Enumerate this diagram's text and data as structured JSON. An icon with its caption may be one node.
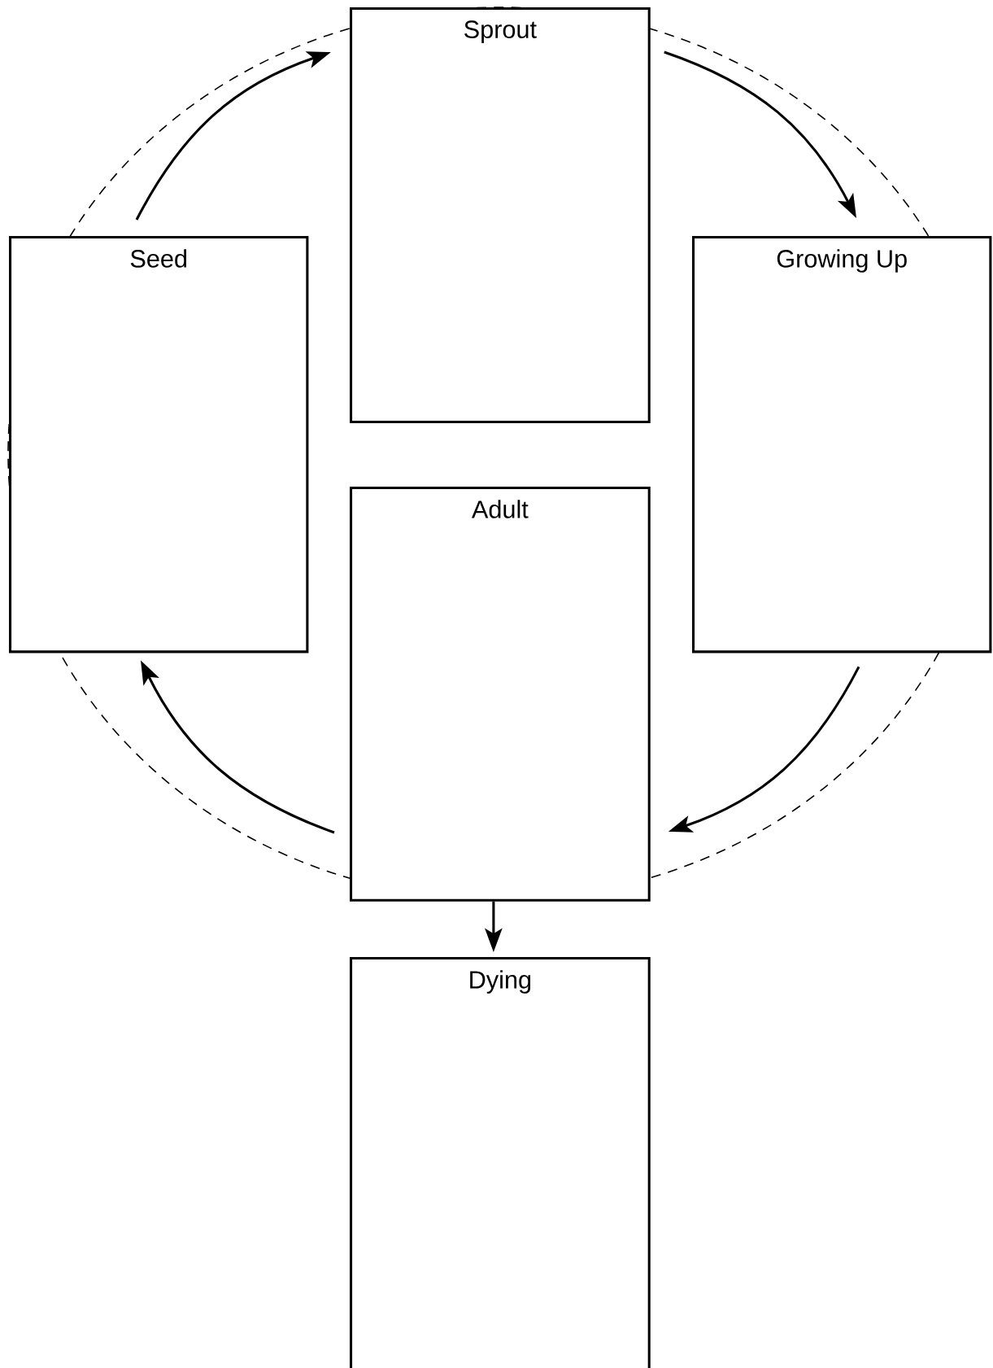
{
  "diagram": {
    "nodes": [
      {
        "text": [
          "Sprout"
        ]
      },
      {
        "text": [
          "Seed"
        ]
      },
      {
        "text": [
          "Growing Up"
        ]
      },
      {
        "text": [
          "Adult"
        ]
      },
      {
        "text": [
          "Dying"
        ]
      }
    ],
    "edges": [
      {
        "from": 1,
        "to": 0,
        "arrow": "to"
      },
      {
        "from": 0,
        "to": 2,
        "arrow": "to"
      },
      {
        "from": 2,
        "to": 3,
        "arrow": "to"
      },
      {
        "from": 3,
        "to": 1,
        "arrow": "to"
      },
      {
        "from": 3,
        "to": 4,
        "arrow": "to"
      }
    ]
  }
}
